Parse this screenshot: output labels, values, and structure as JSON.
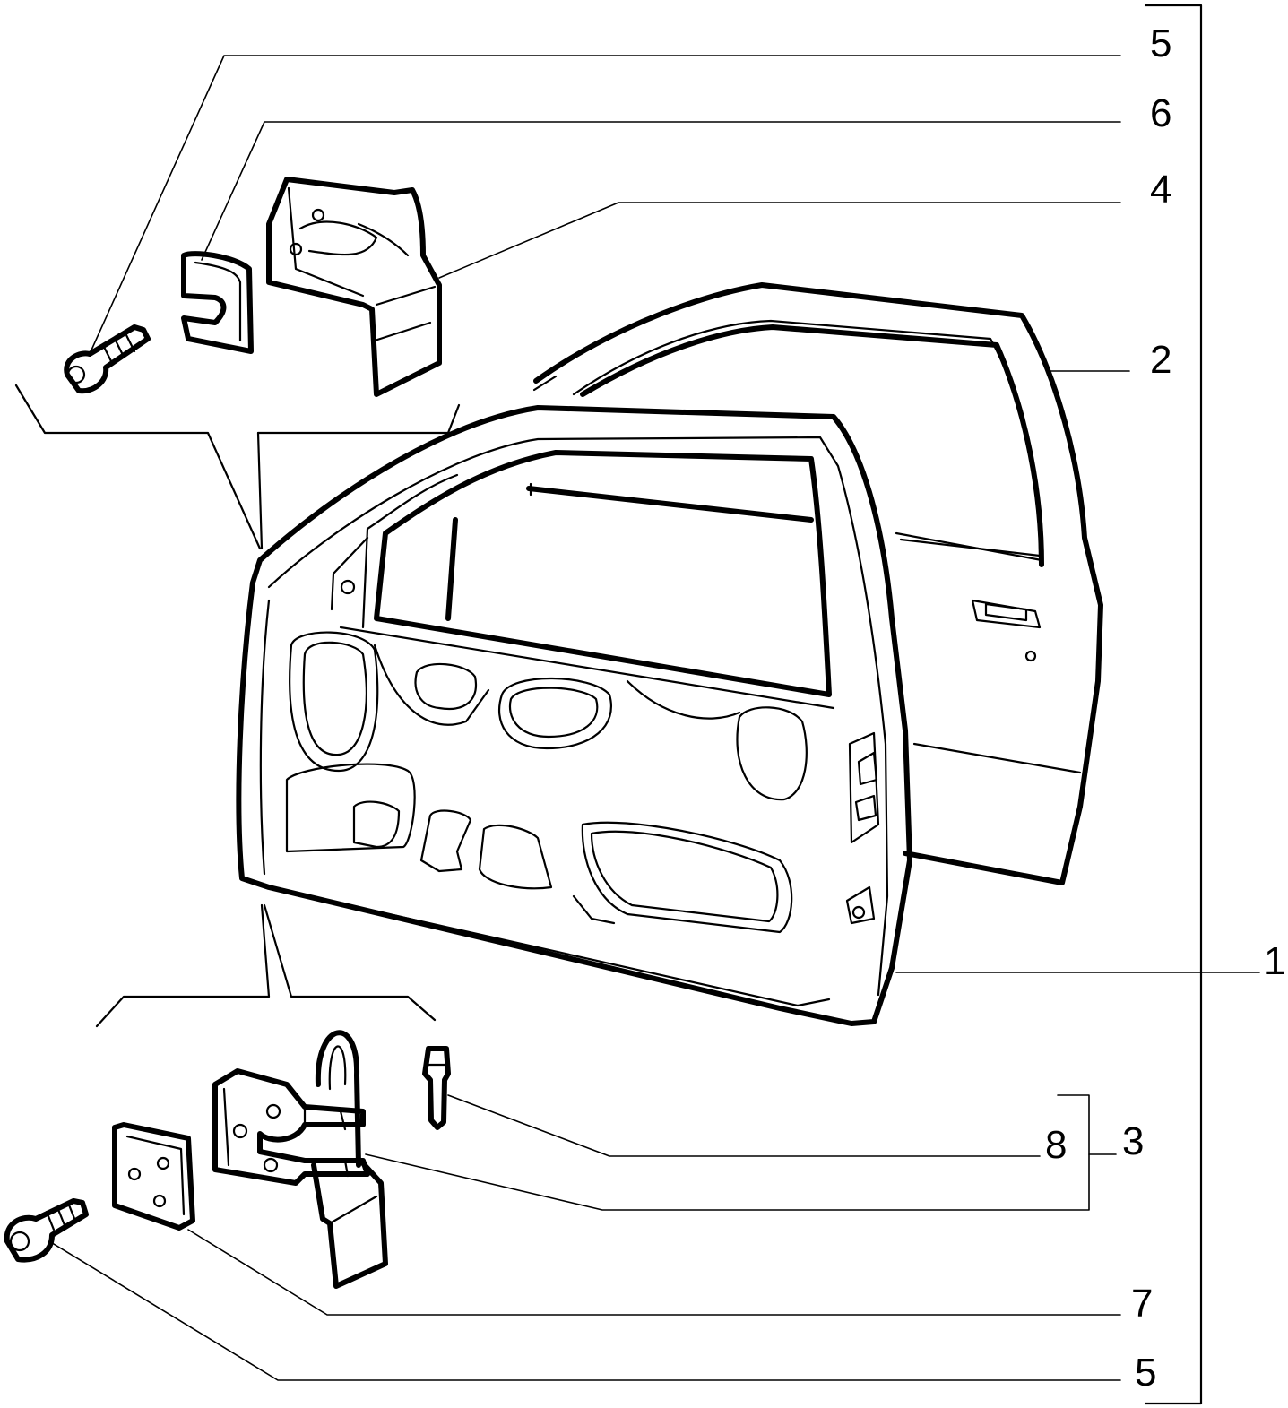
{
  "callouts": {
    "c5_top": "5",
    "c6": "6",
    "c4": "4",
    "c2": "2",
    "c1": "1",
    "c8": "8",
    "c3": "3",
    "c7": "7",
    "c5_bottom": "5"
  },
  "colors": {
    "line": "#000000",
    "background": "#ffffff"
  }
}
